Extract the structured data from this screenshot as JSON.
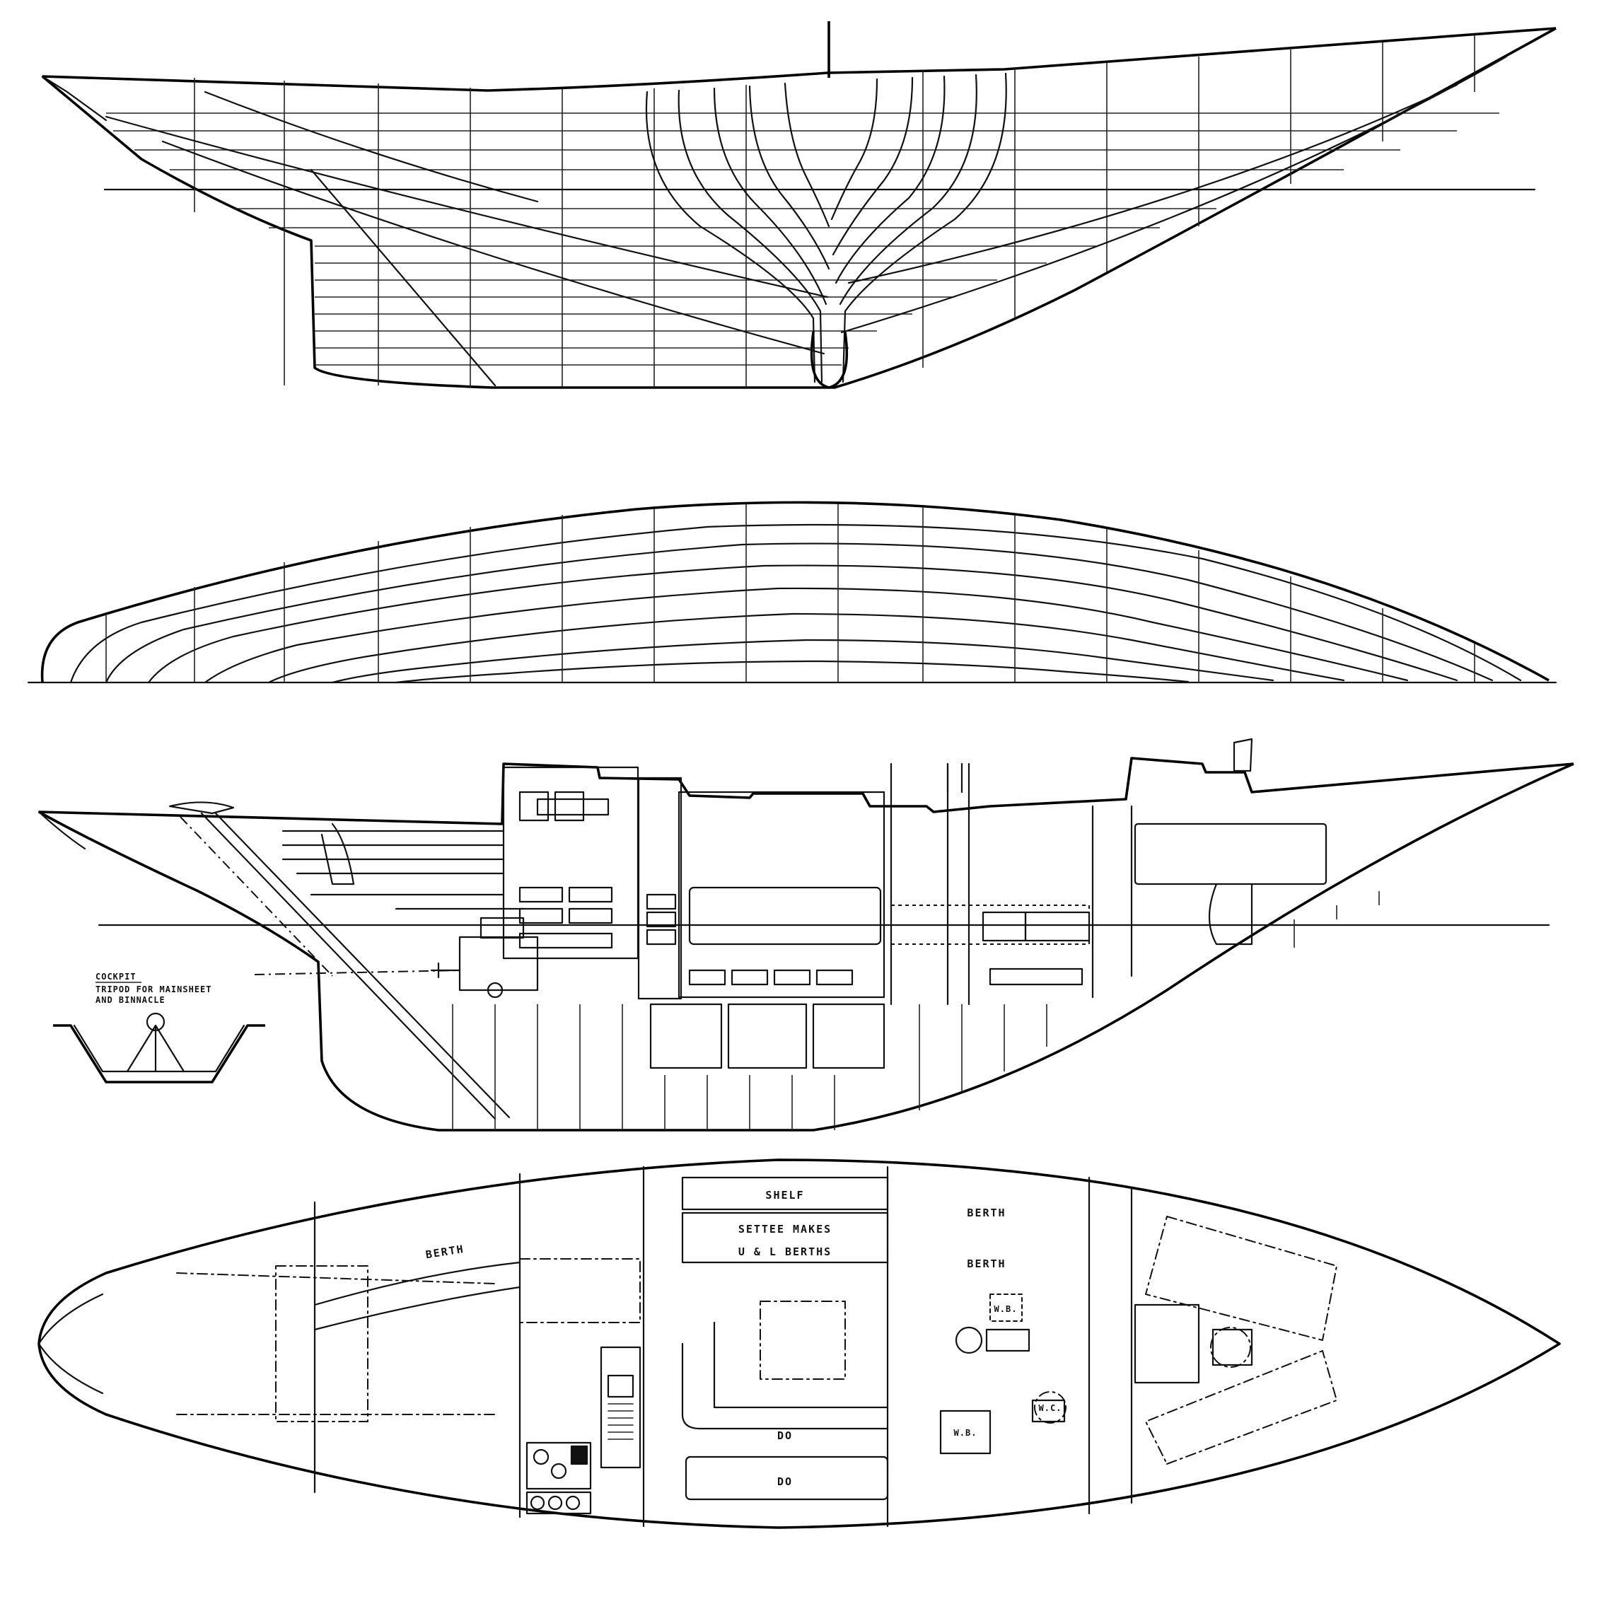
{
  "labels": {
    "cockpit_title": "COCKPIT",
    "cockpit_line1": "TRIPOD FOR MAINSHEET",
    "cockpit_line2": "AND BINNACLE",
    "shelf": "SHELF",
    "berth_port_fwd": "BERTH",
    "berth_port_aft": "BERTH",
    "berth_saloon": "BERTH",
    "settee_line1": "SETTEE  MAKES",
    "settee_line2": "U & L  BERTHS",
    "wb_upper": "W.B.",
    "wb_lower": "W.B.",
    "wc": "W.C.",
    "settee_mark_1": "DO",
    "settee_mark_2": "DO"
  }
}
